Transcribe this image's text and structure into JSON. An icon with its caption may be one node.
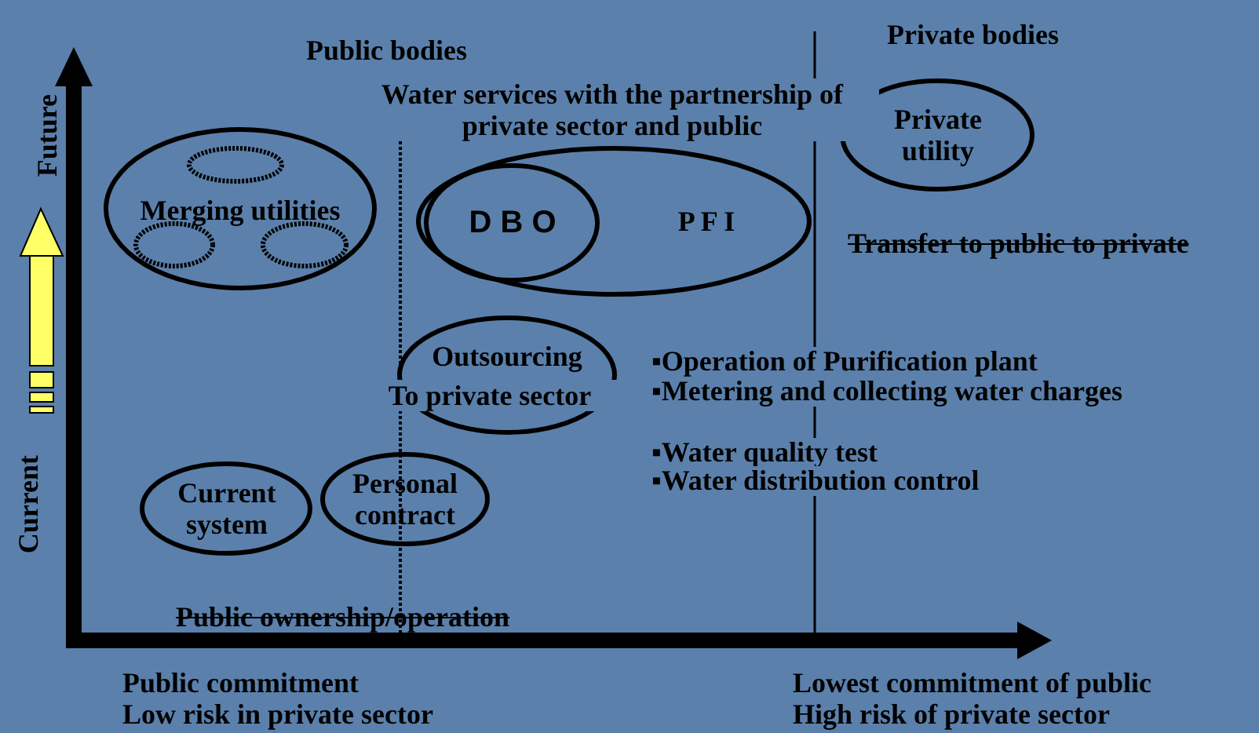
{
  "diagram": {
    "nodes": [
      {
        "text": [
          "Merging utilities"
        ]
      },
      {
        "text": [],
        "shape": "circle",
        "in": 0
      },
      {
        "text": [],
        "shape": "circle",
        "in": 0
      },
      {
        "text": [],
        "shape": "circle",
        "in": 0
      },
      {
        "text": [
          "P F I"
        ]
      },
      {
        "text": [
          "D B O"
        ],
        "in": 4
      },
      {
        "text": [
          "Private utility"
        ]
      },
      {
        "text": [
          "Outsourcing",
          "To private sector"
        ]
      },
      {
        "text": [
          "Current system"
        ]
      },
      {
        "text": [
          "Personal contract"
        ]
      }
    ],
    "edges": [],
    "labels": [
      "Public bodies",
      "Private bodies",
      "Water services with the partnership of private sector and public",
      "Transfer to public to private",
      "▪Operation of Purification plant",
      "▪Metering and collecting water charges",
      "▪Water quality test",
      "▪Water distribution control",
      "Public ownership/operation",
      "Future",
      "Current",
      "Public commitment",
      "Low risk in private sector",
      "Lowest commitment of public",
      "High risk of private sector"
    ]
  }
}
